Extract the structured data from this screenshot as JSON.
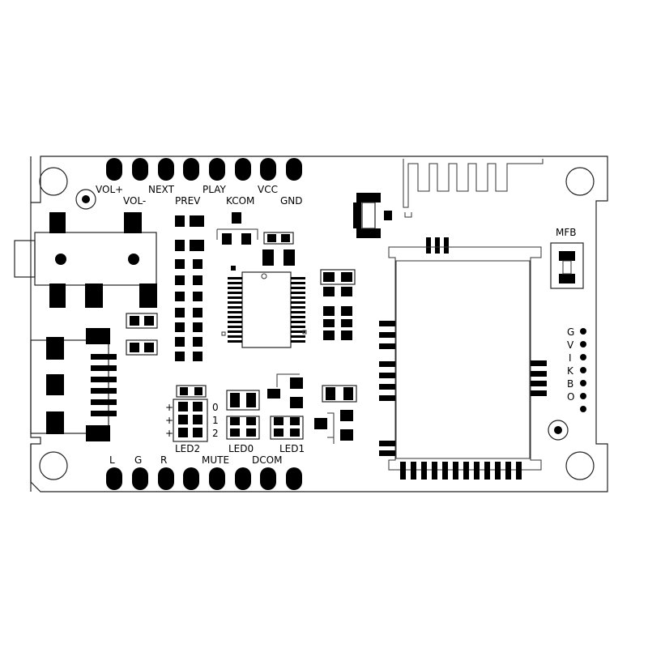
{
  "board": {
    "top_header_labels_row1": [
      "VOL+",
      "NEXT",
      "PLAY",
      "VCC"
    ],
    "top_header_labels_row2": [
      "VOL-",
      "PREV",
      "KCOM",
      "GND"
    ],
    "bottom_header_labels": [
      "L",
      "G",
      "R",
      "MUTE",
      "DCOM"
    ],
    "led_labels": [
      "LED2",
      "LED0",
      "LED1"
    ],
    "led_row_numbers": [
      "0",
      "1",
      "2"
    ],
    "led_row_signs": [
      "+",
      "+",
      "+"
    ],
    "button_label": "MFB",
    "side_pin_labels": [
      "G",
      "V",
      "I",
      "K",
      "B",
      "O"
    ],
    "colors": {
      "silkscreen": "#000000",
      "background": "#ffffff"
    }
  }
}
